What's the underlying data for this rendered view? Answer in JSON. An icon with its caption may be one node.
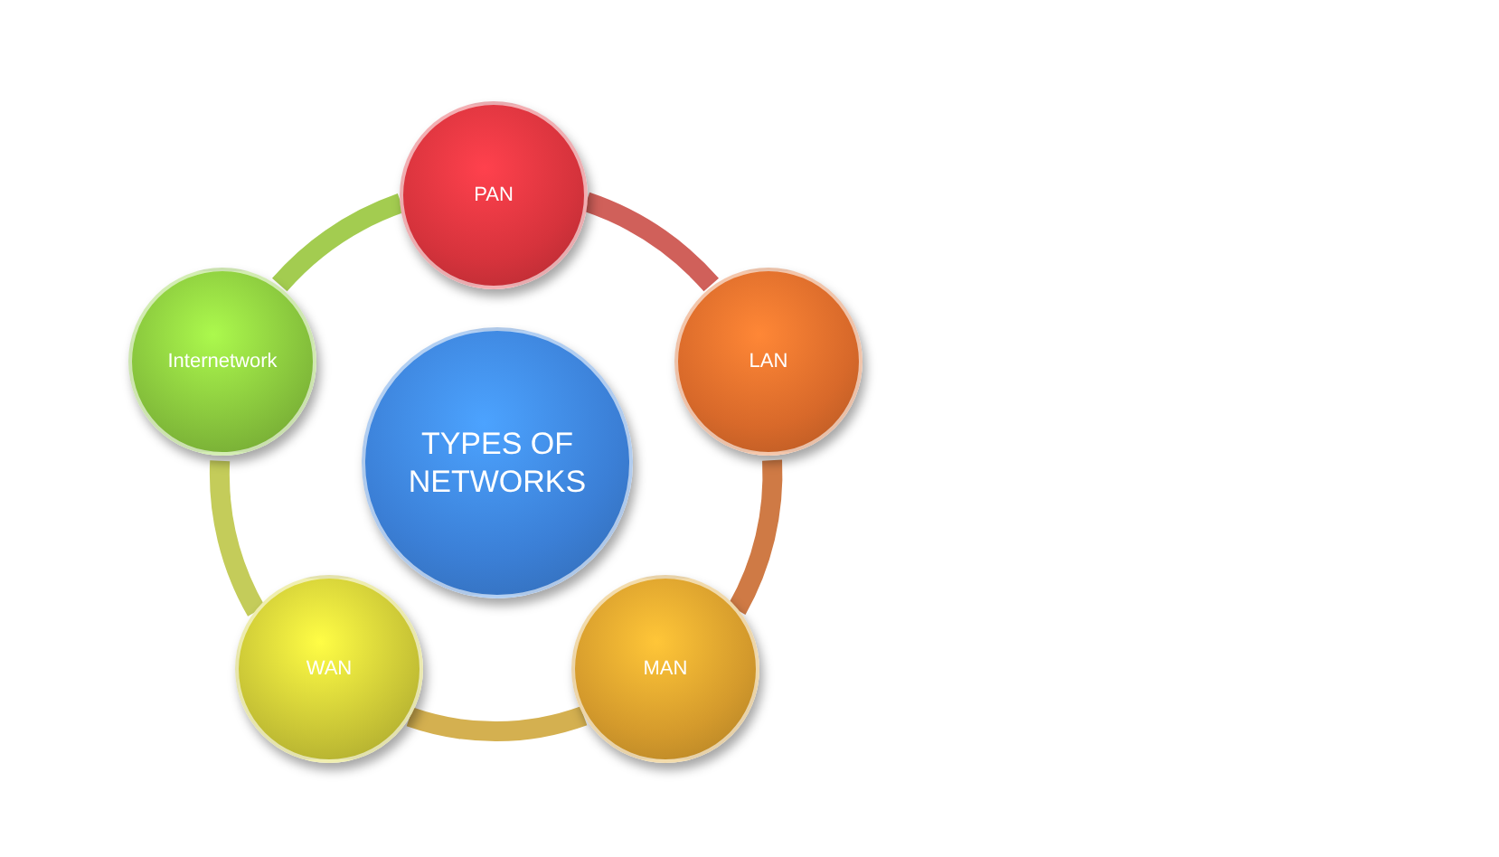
{
  "diagram": {
    "nodes": [
      {
        "text": [
          "TYPES OF NETWORKS"
        ]
      },
      {
        "text": [
          "PAN"
        ]
      },
      {
        "text": [
          "LAN"
        ]
      },
      {
        "text": [
          "MAN"
        ]
      },
      {
        "text": [
          "WAN"
        ]
      },
      {
        "text": [
          "Internetwork"
        ]
      }
    ],
    "edges": [
      {
        "from": 1,
        "to": 2,
        "arrow": "none",
        "color": "#d0605a"
      },
      {
        "from": 2,
        "to": 3,
        "arrow": "none",
        "color": "#cf7a45"
      },
      {
        "from": 3,
        "to": 4,
        "arrow": "none",
        "color": "#d4b050"
      },
      {
        "from": 4,
        "to": 5,
        "arrow": "none",
        "color": "#c4cc5a"
      },
      {
        "from": 5,
        "to": 1,
        "arrow": "none",
        "color": "#a3cc50"
      }
    ]
  }
}
